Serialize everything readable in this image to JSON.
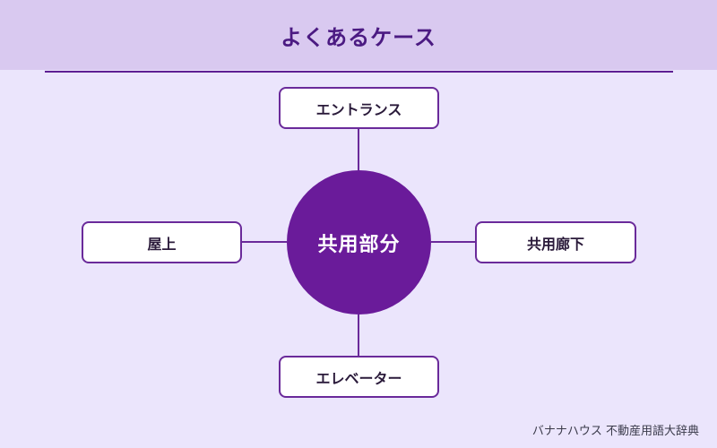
{
  "title": "よくあるケース",
  "center": "共用部分",
  "items": {
    "top": "エントランス",
    "left": "屋上",
    "right": "共用廊下",
    "bottom": "エレベーター"
  },
  "credit": "バナナハウス 不動産用語大辞典",
  "colors": {
    "background": "#ebe5fc",
    "header": "#d9c9f0",
    "accent": "#6a1b9a",
    "title": "#4b1a82"
  }
}
